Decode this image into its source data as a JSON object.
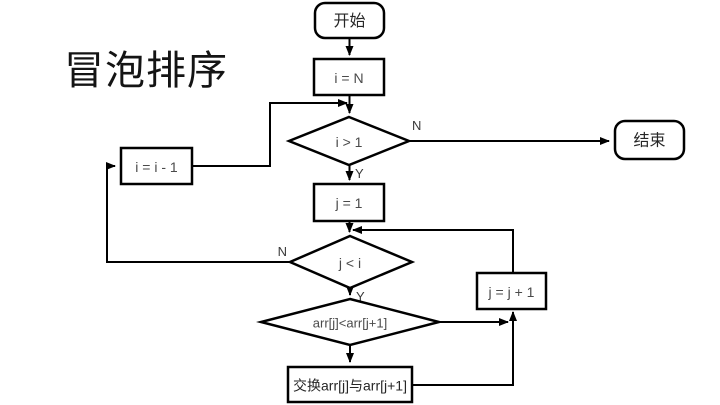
{
  "page": {
    "title": "冒泡排序",
    "background": "#ffffff"
  },
  "flowchart": {
    "nodes": {
      "start": {
        "label": "开始"
      },
      "init_i": {
        "label": "i = N"
      },
      "cond_i": {
        "label": "i > 1"
      },
      "end": {
        "label": "结束"
      },
      "init_j": {
        "label": "j = 1"
      },
      "cond_j": {
        "label": "j < i"
      },
      "dec_i": {
        "label": "i = i - 1"
      },
      "cond_arr": {
        "label": "arr[j]<arr[j+1]"
      },
      "swap": {
        "label": "交换arr[j]与arr[j+1]"
      },
      "inc_j": {
        "label": "j = j + 1"
      }
    },
    "branch_labels": {
      "cond_i_no": "N",
      "cond_i_yes": "Y",
      "cond_j_no": "N",
      "cond_j_yes": "Y"
    },
    "colors": {
      "line": "#000000",
      "node_fill": "#ffffff",
      "formula_text": "#4a4a4a",
      "chinese_text": "#262626",
      "title_text": "#141414",
      "background": "#ffffff"
    }
  }
}
